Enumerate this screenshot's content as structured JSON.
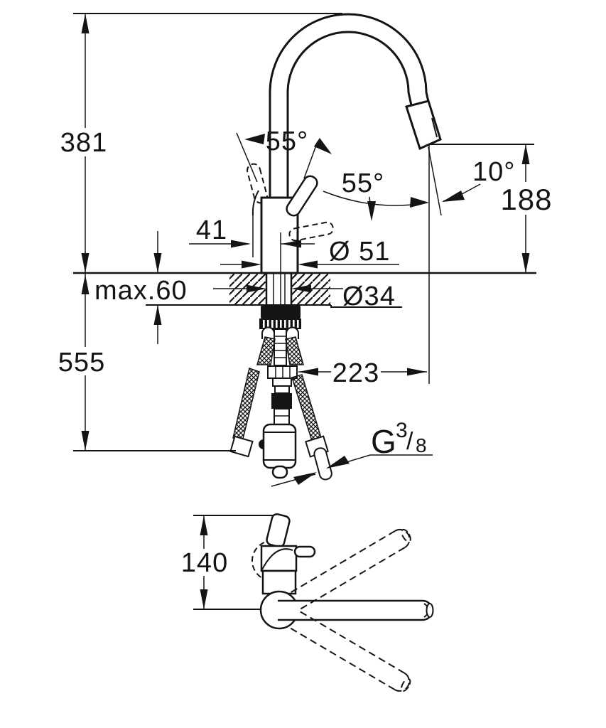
{
  "drawing": {
    "units": "mm",
    "colors": {
      "line": "#141414",
      "background": "#ffffff"
    },
    "front_view": {
      "labels": {
        "height_above_deck": "381",
        "handle_swing_angle": "55°",
        "handle_lift_angle": "55°",
        "spray_head_angle": "10°",
        "outlet_clearance": "188",
        "handle_offset": "41",
        "body_diameter": "Ø 51",
        "deck_thickness": "max.60",
        "hole_diameter": "Ø34",
        "below_deck_length": "555",
        "spout_reach": "223",
        "thread_g": "G",
        "thread_numerator": "3",
        "thread_slash": "/",
        "thread_denominator": "8"
      }
    },
    "top_view": {
      "labels": {
        "handle_projection": "140"
      }
    }
  }
}
